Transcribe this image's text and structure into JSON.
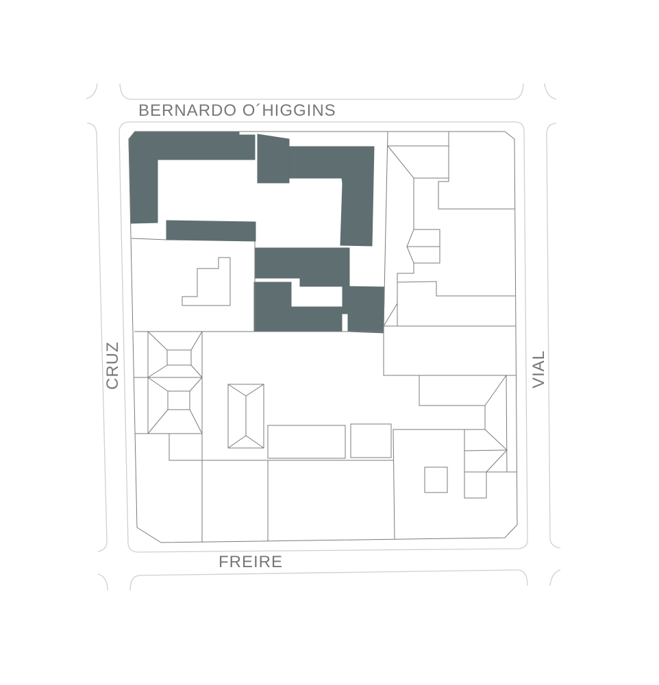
{
  "streets": {
    "north": "BERNARDO O´HIGGINS",
    "west": "CRUZ",
    "east": "VIAL",
    "south": "FREIRE"
  },
  "colors": {
    "highlighted_building": "#5f6f71",
    "outline": "#7a7a7a",
    "street_edge": "#cfcfcf",
    "label": "#777777"
  }
}
